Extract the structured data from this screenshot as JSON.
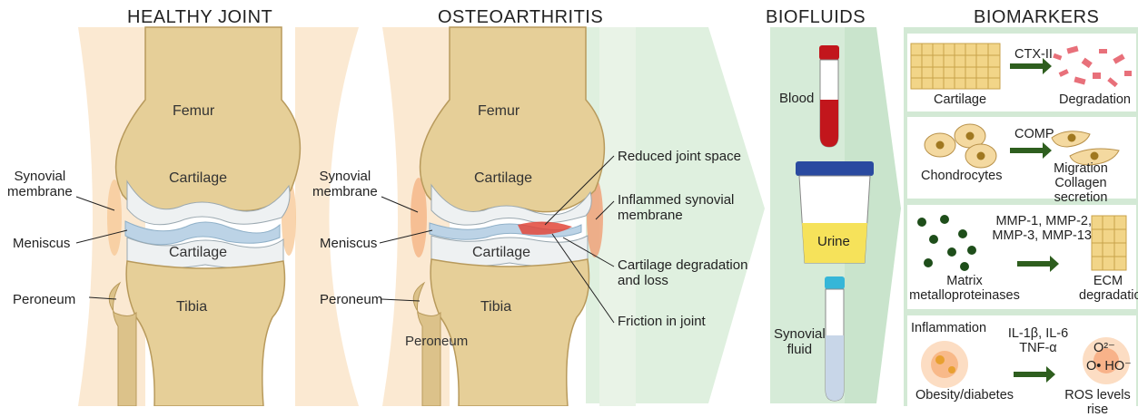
{
  "headers": {
    "healthy": "HEALTHY JOINT",
    "oa": "OSTEOARTHRITIS",
    "biofluids": "BIOFLUIDS",
    "biomarkers": "BIOMARKERS"
  },
  "healthy": {
    "femur": "Femur",
    "cartilage_top": "Cartilage",
    "cartilage_bottom": "Cartilage",
    "tibia": "Tibia",
    "synovial": "Synovial\nmembrane",
    "meniscus": "Meniscus",
    "peroneum": "Peroneum"
  },
  "oa": {
    "femur": "Femur",
    "cartilage_top": "Cartilage",
    "cartilage_bottom": "Cartilage",
    "tibia": "Tibia",
    "synovial": "Synovial\nmembrane",
    "meniscus": "Meniscus",
    "peroneum_left": "Peroneum",
    "peroneum_bottom": "Peroneum",
    "callouts": [
      "Reduced joint space",
      "Inflammed synovial\nmembrane",
      "Cartilage degradation\nand loss",
      "Friction in joint"
    ]
  },
  "biofluids": {
    "blood": "Blood",
    "urine": "Urine",
    "synovial_fluid": "Synovial\nfluid"
  },
  "biomarkers": {
    "row1": {
      "marker": "CTX-II",
      "left": "Cartilage",
      "right": "Degradation"
    },
    "row2": {
      "marker": "COMP",
      "left": "Chondrocytes",
      "right": "Migration\nCollagen secretion"
    },
    "row3": {
      "marker": "MMP-1, MMP-2,\nMMP-3, MMP-13",
      "left": "Matrix\nmetalloproteinases",
      "right": "ECM\ndegradation"
    },
    "row4": {
      "marker": "IL-1β, IL-6\nTNF-α",
      "top_left": "Inflammation",
      "left": "Obesity/diabetes",
      "right": "ROS levels rise",
      "ros_top": "O²⁻",
      "ros_bottom": "O•  HO⁻"
    }
  },
  "colors": {
    "panel_green": "#d8ecd9",
    "arrow_green": "#dcefdd",
    "dark_green_arrow": "#2e5e1e",
    "bone": "#e3cc95",
    "cartilage": "#e6ecef",
    "meniscus": "#bfd4e6",
    "skin": "#f9e3c6",
    "synovium": "#f7cba0",
    "blood": "#c2161c",
    "urine": "#f6e25a",
    "urine_cap": "#2a4aa0",
    "synovial_cap": "#36b6d8"
  }
}
